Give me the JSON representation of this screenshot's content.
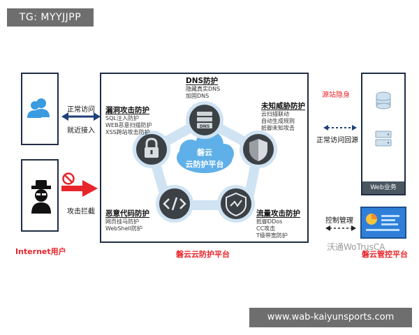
{
  "tag": "TG: MYYJJPP",
  "footer_url": "www.wab-kaiyunsports.com",
  "left": {
    "internet_users_label": "Internet用户",
    "normal_access": "正常访问",
    "nearby_access": "就近接入",
    "attack_intercept": "攻击拦截"
  },
  "platform": {
    "label": "磐云云防护平台",
    "cloud_line1": "磐云",
    "cloud_line2": "云防护平台",
    "dns": {
      "title": "DNS防护",
      "items": [
        "隐藏真实DNS",
        "加固DNS"
      ],
      "icon_text": "DNS"
    },
    "unknown": {
      "title": "未知威胁防护",
      "items": [
        "云扫描联动",
        "自动生成规则",
        "抵御未知攻击"
      ]
    },
    "vuln": {
      "title": "漏洞攻击防护",
      "items": [
        "SQL注入防护",
        "WEB恶意扫描防护",
        "XSS跨站攻击防护"
      ]
    },
    "malware": {
      "title": "恶意代码防护",
      "items": [
        "网页挂马防护",
        "WebShell防护"
      ]
    },
    "traffic": {
      "title": "流量攻击防护",
      "items": [
        "抵御DDos",
        "CC攻击",
        "T级带宽防护"
      ]
    }
  },
  "right": {
    "origin_hide": "源站隐身",
    "normal_back_to_origin": "正常访问回源",
    "web_business": "Web业务",
    "control_mgmt": "控制管理",
    "mgmt_platform_label": "磐云管控平台"
  },
  "watermark": "沃通WoTrusCA",
  "colors": {
    "red": "#e8242b",
    "frame": "#1f2d43",
    "node_dark": "#3c4146",
    "ring": "#cfe3f3",
    "cloud": "#5fb0e8",
    "user_icon": "#3a9be0"
  }
}
